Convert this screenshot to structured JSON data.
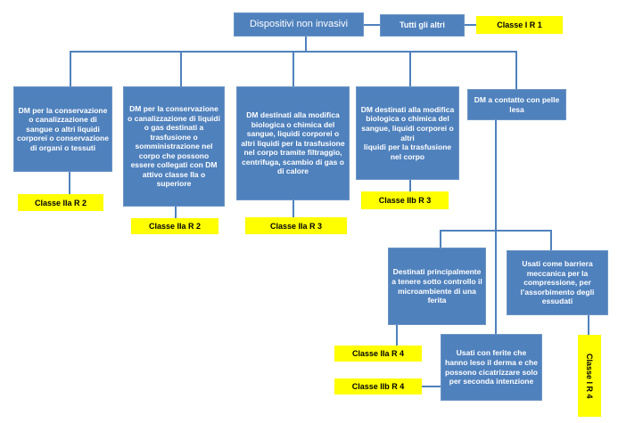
{
  "flowchart": {
    "root": {
      "label": "Dispositivi non invasivi"
    },
    "default_rule": {
      "condition": "Tutti gli altri",
      "result": "Classe I R 1"
    },
    "branches": [
      {
        "condition": "DM per la conservazione o canalizzazione di sangue o altri liquidi corporei o conservazione di organi o tessuti",
        "result": "Classe IIa R 2"
      },
      {
        "condition": "DM per la conservazione o canalizzazione di liquidi o gas destinati a trasfusione o somministrazione nel corpo che possono essere collegati con DM attivo classe IIa o superiore",
        "result": "Classe IIa R 2"
      },
      {
        "condition": "DM destinati alla modifica biologica o chimica del sangue, liquidi corporei o altri liquidi per la trasfusione nel corpo tramite filtraggio, centrifuga, scambio di gas o di calore",
        "result": "Classe IIa R 3"
      },
      {
        "condition": "DM destinati alla modifica biologica o chimica del sangue, liquidi corporei o altri\nliquidi per la trasfusione nel corpo",
        "result": "Classe IIb R 3"
      },
      {
        "condition": "DM a contatto con pelle lesa",
        "sub_branches": [
          {
            "condition": "Destinati principalmente a tenere sotto controllo il microambiente di una ferita",
            "result": "Classe IIa R 4"
          },
          {
            "condition": "Usati come barriera meccanica per la compressione, per l’assorbimento degli essudati",
            "result": "Classe I R 4"
          },
          {
            "condition": "Usati con ferite che hanno leso il derma e che possono cicatrizzare solo per seconda intenzione",
            "result": "Classe IIb R 4"
          }
        ]
      }
    ],
    "colors": {
      "node_fill": "#4f81bd",
      "node_border": "#6c95c5",
      "node_text": "#ffffff",
      "connector": "#4f81bd",
      "result_fill": "#ffff00",
      "result_text": "#000000"
    }
  }
}
